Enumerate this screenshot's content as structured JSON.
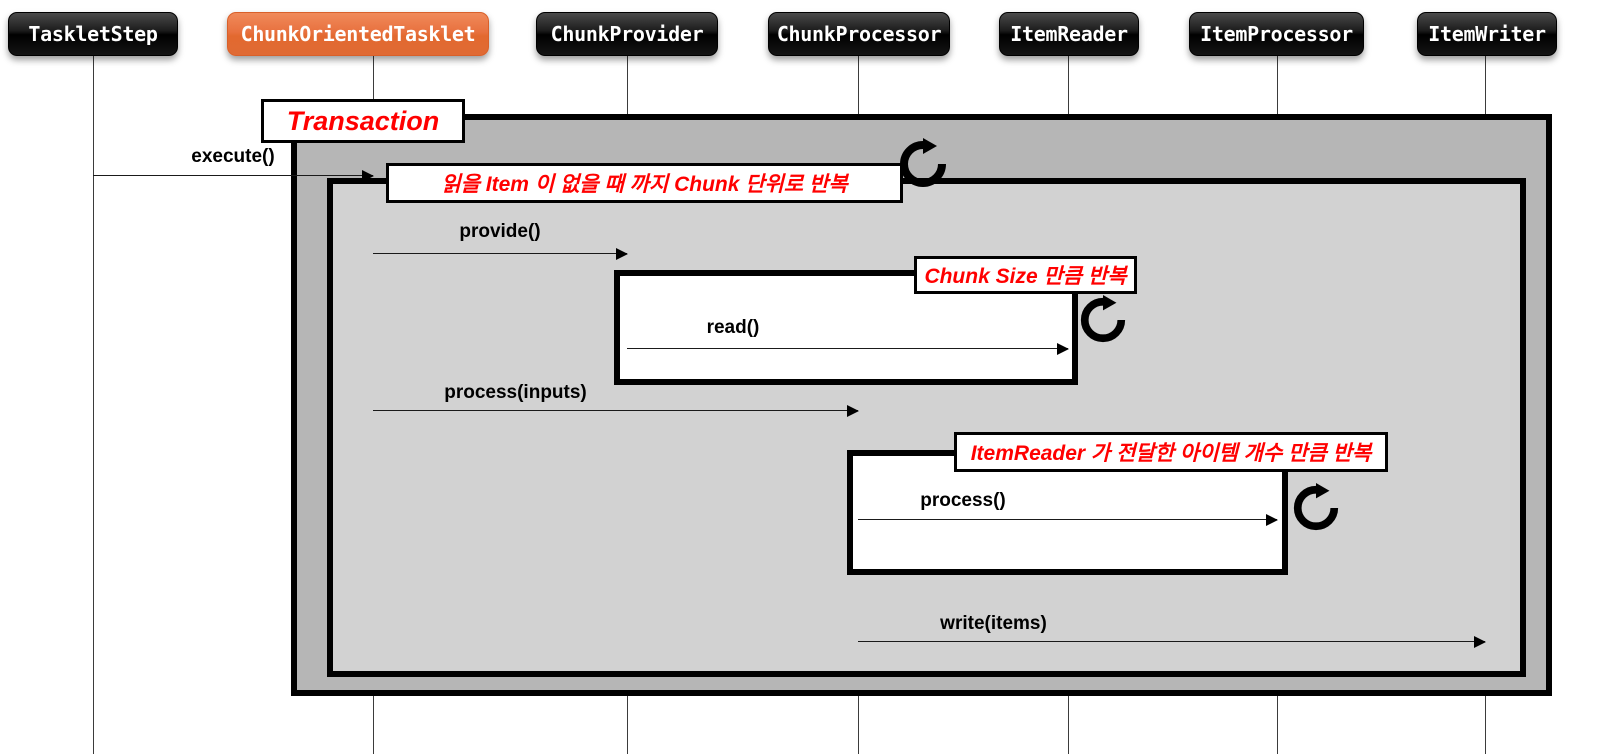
{
  "diagram": {
    "type": "sequence-diagram",
    "title": "Spring Batch ChunkOrientedTasklet sequence",
    "colors": {
      "participant_dark": "#111111",
      "participant_accent": "#e2692f",
      "note_text": "#ff0000",
      "transaction_frame": "#b6b6b6",
      "loop_frame": "#d2d2d2",
      "inner_frame": "#ffffff"
    }
  },
  "participants": [
    {
      "id": "tasklet-step",
      "label": "TaskletStep",
      "style": "dark"
    },
    {
      "id": "chunk-oriented-tasklet",
      "label": "ChunkOrientedTasklet",
      "style": "accent"
    },
    {
      "id": "chunk-provider",
      "label": "ChunkProvider",
      "style": "dark"
    },
    {
      "id": "chunk-processor",
      "label": "ChunkProcessor",
      "style": "dark"
    },
    {
      "id": "item-reader",
      "label": "ItemReader",
      "style": "dark"
    },
    {
      "id": "item-processor",
      "label": "ItemProcessor",
      "style": "dark"
    },
    {
      "id": "item-writer",
      "label": "ItemWriter",
      "style": "dark"
    }
  ],
  "notes": {
    "transaction": "Transaction",
    "chunk_loop": "읽을 Item 이 없을 때 까지 Chunk 단위로 반복",
    "read_loop": "Chunk Size 만큼 반복",
    "process_loop": "ItemReader 가 전달한 아이템 개수 만큼 반복"
  },
  "messages": [
    {
      "id": "execute",
      "label": "execute()",
      "from": "TaskletStep",
      "to": "ChunkOrientedTasklet"
    },
    {
      "id": "provide",
      "label": "provide()",
      "from": "ChunkOrientedTasklet",
      "to": "ChunkProvider"
    },
    {
      "id": "read",
      "label": "read()",
      "from": "ChunkProvider",
      "to": "ItemReader"
    },
    {
      "id": "process-inputs",
      "label": "process(inputs)",
      "from": "ChunkOrientedTasklet",
      "to": "ChunkProcessor"
    },
    {
      "id": "process",
      "label": "process()",
      "from": "ChunkProcessor",
      "to": "ItemProcessor"
    },
    {
      "id": "write",
      "label": "write(items)",
      "from": "ChunkProcessor",
      "to": "ItemWriter"
    }
  ],
  "loop_icons": [
    {
      "id": "chunk-loop-icon",
      "glyph": "loop-icon"
    },
    {
      "id": "read-loop-icon",
      "glyph": "loop-icon"
    },
    {
      "id": "process-loop-icon",
      "glyph": "loop-icon"
    }
  ]
}
